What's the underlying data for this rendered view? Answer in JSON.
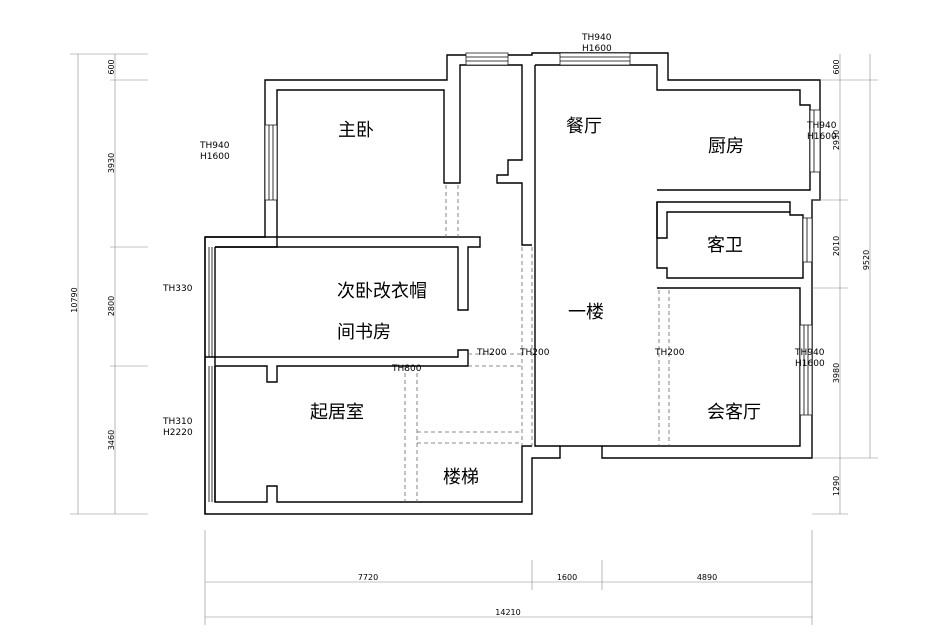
{
  "rooms": {
    "master_bedroom": "主卧",
    "dining": "餐厅",
    "kitchen": "厨房",
    "guest_bath": "客卫",
    "second_bedroom_l1": "次卧改衣帽",
    "second_bedroom_l2": "间书房",
    "first_floor": "一楼",
    "living": "起居室",
    "stairs": "楼梯",
    "reception": "会客厅"
  },
  "notes": {
    "top_window_th": "TH940",
    "top_window_h": "H1600",
    "left_window_th": "TH940",
    "left_window_h": "H1600",
    "right_window_th": "TH940",
    "right_window_h": "H1600",
    "right2_window_th": "TH940",
    "right2_window_h": "H1600",
    "left_th330": "TH330",
    "left_th310": "TH310",
    "left_h2220": "H2220",
    "door_th200_a": "TH200",
    "door_th200_b": "TH200",
    "door_th200_c": "TH200",
    "door_th800": "TH800"
  },
  "dimensions": {
    "left_total": "10790",
    "left_1": "600",
    "left_2": "3930",
    "left_3": "2800",
    "left_4": "3460",
    "right_total": "9520",
    "right_1": "600",
    "right_2": "2930",
    "right_3": "2010",
    "right_4": "3980",
    "right_5": "1290",
    "bottom_1": "7720",
    "bottom_2": "1600",
    "bottom_3": "4890",
    "bottom_total": "14210"
  }
}
